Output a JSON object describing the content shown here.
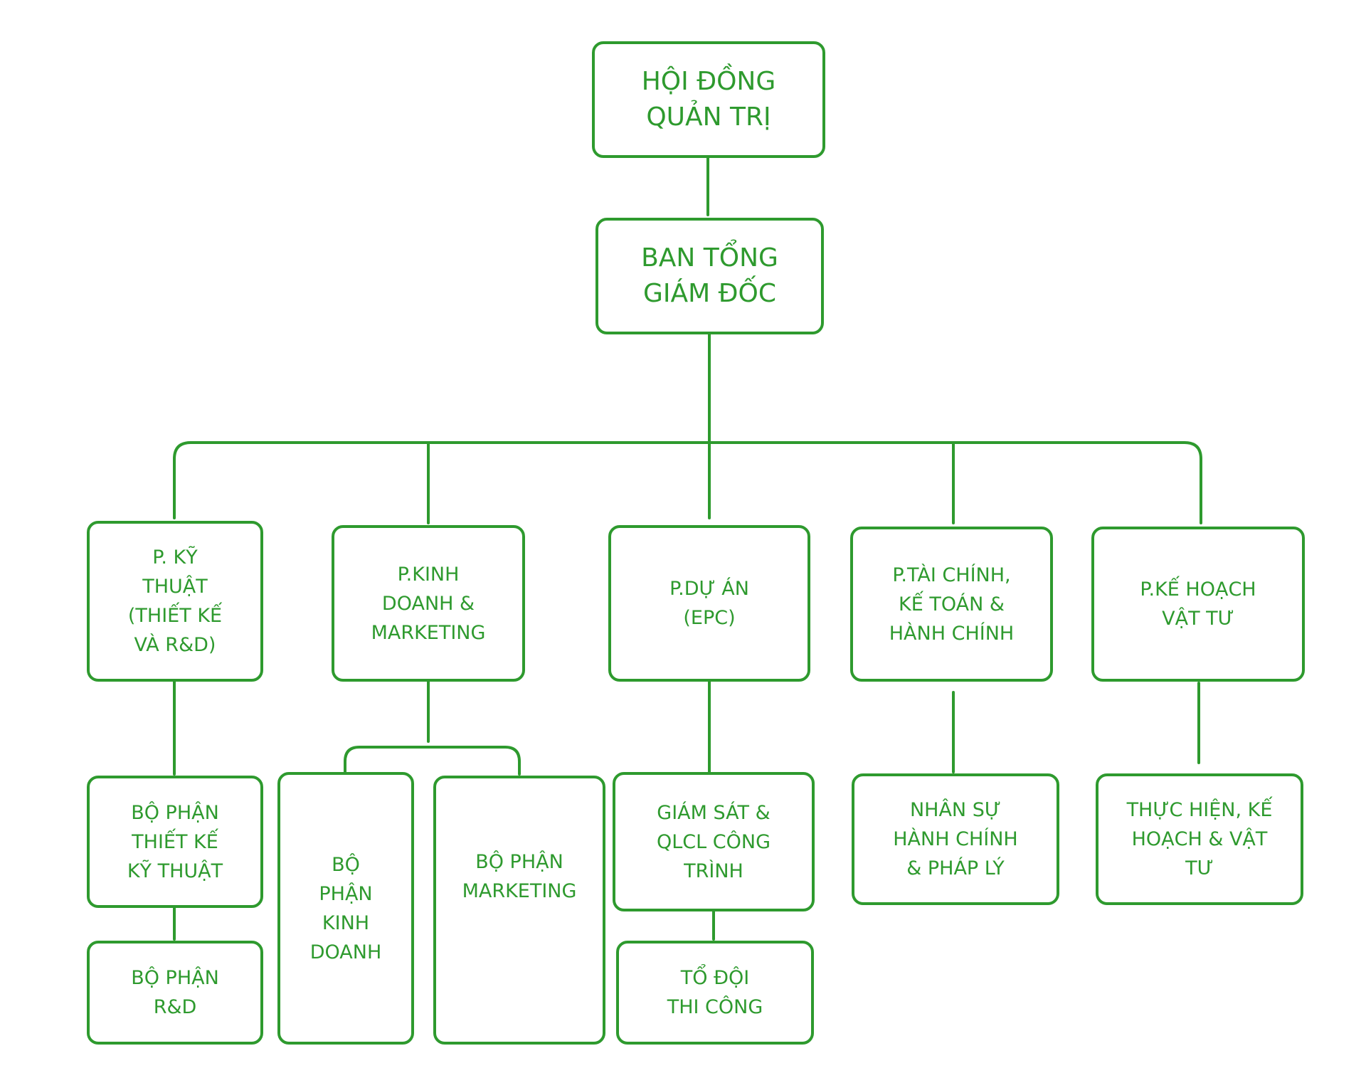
{
  "accent_color": "#2e9a2e",
  "org": {
    "board": "HỘI ĐỒNG\nQUẢN TRỊ",
    "ceo": "BAN TỔNG\nGIÁM ĐỐC",
    "departments": [
      {
        "name": "P. KỸ\nTHUẬT\n(THIẾT KẾ\nVÀ R&D)"
      },
      {
        "name": "P.KINH\nDOANH &\nMARKETING"
      },
      {
        "name": "P.DỰ ÁN\n(EPC)"
      },
      {
        "name": "P.TÀI CHÍNH,\nKẾ TOÁN &\nHÀNH CHÍNH"
      },
      {
        "name": "P.KẾ HOẠCH\nVẬT TƯ"
      }
    ],
    "units": {
      "technical_design": "BỘ PHẬN\nTHIẾT KẾ\nKỸ THUẬT",
      "rnd": "BỘ PHẬN\nR&D",
      "sales": "BỘ\nPHẬN\nKINH\nDOANH",
      "marketing": "BỘ PHẬN\nMARKETING",
      "supervision": "GIÁM SÁT &\nQLCL CÔNG\nTRÌNH",
      "construction_team": "TỔ ĐỘI\nTHI CÔNG",
      "hr_legal": "NHÂN SỰ\nHÀNH CHÍNH\n& PHÁP LÝ",
      "planning_supply": "THỰC HIỆN, KẾ\nHOẠCH & VẬT\nTƯ"
    }
  }
}
